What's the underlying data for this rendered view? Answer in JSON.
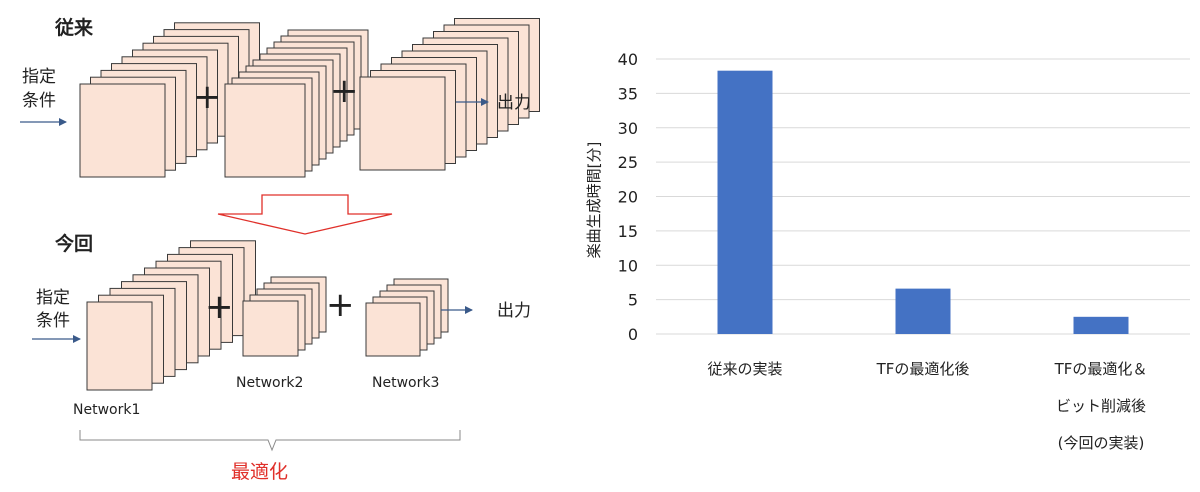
{
  "diagram": {
    "before": {
      "title": "従来",
      "input_label": [
        "指定",
        "条件"
      ],
      "output_label": "出力"
    },
    "after": {
      "title": "今回",
      "input_label": [
        "指定",
        "条件"
      ],
      "output_label": "出力",
      "networks": [
        "Network1",
        "Network2",
        "Network3"
      ]
    },
    "plus_symbol": "+",
    "brace_label": "最適化",
    "colors": {
      "sheet_fill": "#fbe3d6",
      "arrow_outline": "#e0302a",
      "brace_label": "#e0302a"
    }
  },
  "chart_data": {
    "type": "bar",
    "categories": [
      [
        "従来の実装"
      ],
      [
        "TFの最適化後"
      ],
      [
        "TFの最適化＆",
        "ビット削減後",
        "(今回の実装)"
      ]
    ],
    "values": [
      38.3,
      6.6,
      2.5
    ],
    "ylabel": "楽曲生成時間[分]",
    "ylim": [
      0,
      40
    ],
    "yticks": [
      0,
      5,
      10,
      15,
      20,
      25,
      30,
      35,
      40
    ],
    "grid": true,
    "bar_color": "#4472c4"
  }
}
